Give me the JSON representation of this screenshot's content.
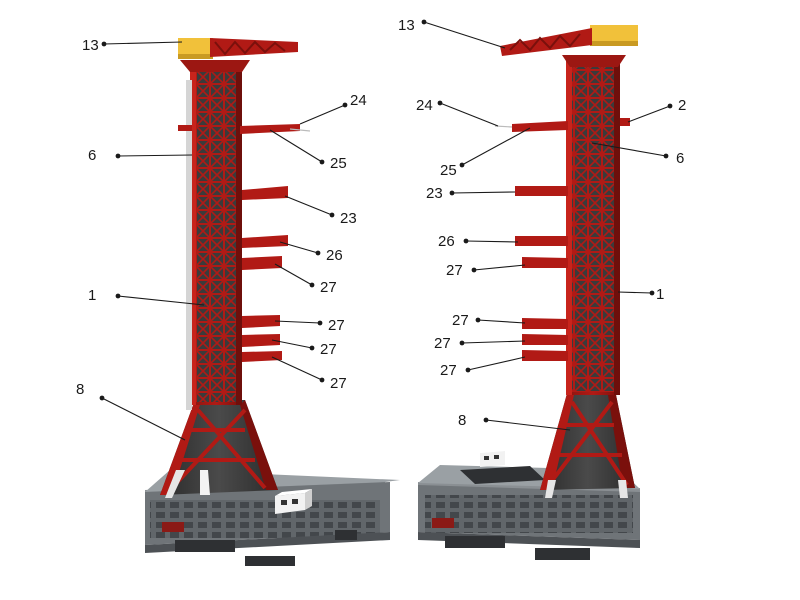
{
  "colors": {
    "frame_red": "#b11a15",
    "frame_red_dark": "#7a100c",
    "frame_red_light": "#d8342a",
    "shadow_inside": "#3a3a3a",
    "crane_yellow": "#f1c13a",
    "base_gray": "#6f7478",
    "base_gray_dark": "#4d5155",
    "base_top": "#8a8f93",
    "crawler_dark": "#2e3033",
    "cabin_white": "#f2f2f2",
    "label_text": "#1a1a1a"
  },
  "left_view": {
    "callouts": [
      {
        "id": "L-13",
        "label": "13"
      },
      {
        "id": "L-24",
        "label": "24"
      },
      {
        "id": "L-6",
        "label": "6"
      },
      {
        "id": "L-25",
        "label": "25"
      },
      {
        "id": "L-23",
        "label": "23"
      },
      {
        "id": "L-26",
        "label": "26"
      },
      {
        "id": "L-27a",
        "label": "27"
      },
      {
        "id": "L-1",
        "label": "1"
      },
      {
        "id": "L-27b",
        "label": "27"
      },
      {
        "id": "L-27c",
        "label": "27"
      },
      {
        "id": "L-27d",
        "label": "27"
      },
      {
        "id": "L-8",
        "label": "8"
      }
    ]
  },
  "right_view": {
    "callouts": [
      {
        "id": "R-13",
        "label": "13"
      },
      {
        "id": "R-24",
        "label": "24"
      },
      {
        "id": "R-2",
        "label": "2"
      },
      {
        "id": "R-6",
        "label": "6"
      },
      {
        "id": "R-25",
        "label": "25"
      },
      {
        "id": "R-23",
        "label": "23"
      },
      {
        "id": "R-26",
        "label": "26"
      },
      {
        "id": "R-27a",
        "label": "27"
      },
      {
        "id": "R-1",
        "label": "1"
      },
      {
        "id": "R-27b",
        "label": "27"
      },
      {
        "id": "R-27c",
        "label": "27"
      },
      {
        "id": "R-27d",
        "label": "27"
      },
      {
        "id": "R-8",
        "label": "8"
      }
    ]
  }
}
